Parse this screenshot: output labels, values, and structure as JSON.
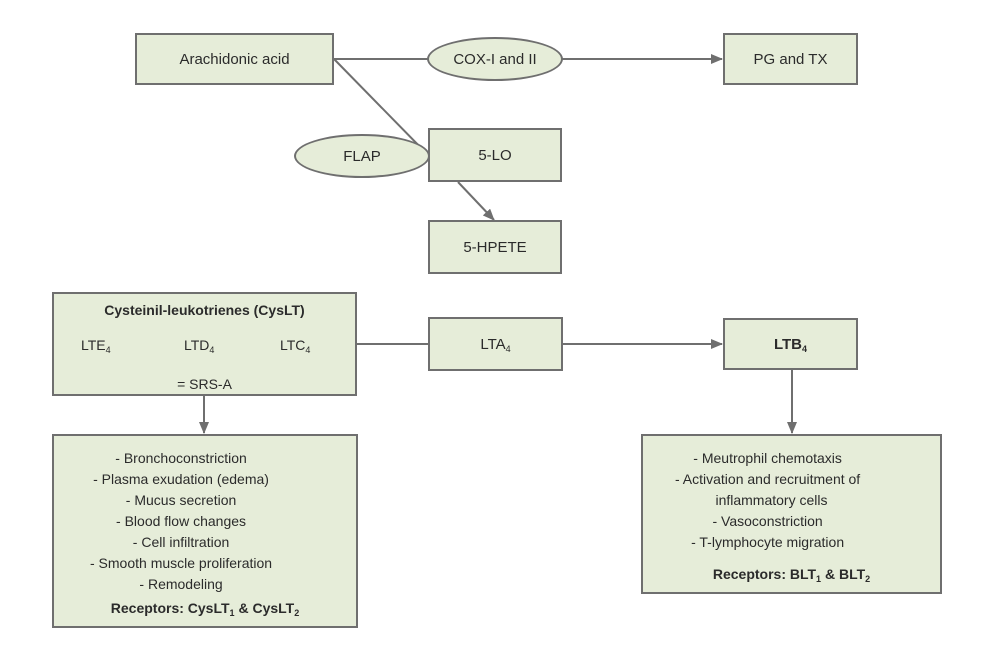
{
  "nodes": {
    "arachidonic_acid": "Arachidonic acid",
    "cox": "COX-I and II",
    "pg_tx": "PG and TX",
    "flap": "FLAP",
    "five_lo": "5-LO",
    "five_hpete": "5-HPETE",
    "lta4": {
      "base": "LTA",
      "sub": "4"
    },
    "ltb4": {
      "base": "LTB",
      "sub": "4"
    }
  },
  "cyslt": {
    "title": "Cysteinil-leukotrienes (CysLT)",
    "lte4": {
      "base": "LTE",
      "sub": "4"
    },
    "ltd4": {
      "base": "LTD",
      "sub": "4"
    },
    "ltc4": {
      "base": "LTC",
      "sub": "4"
    },
    "srs_a": "= SRS-A"
  },
  "cyslt_effects": {
    "items": [
      "- Bronchoconstriction",
      "- Plasma exudation (edema)",
      "- Mucus secretion",
      "- Blood flow changes",
      "- Cell infiltration",
      "- Smooth muscle proliferation",
      "- Remodeling"
    ],
    "receptors": {
      "prefix": "Receptors: CysLT",
      "sub1": "1",
      "mid": " & CysLT",
      "sub2": "2"
    }
  },
  "ltb4_effects": {
    "items": [
      "- Meutrophil chemotaxis",
      "- Activation and recruitment of",
      "  inflammatory cells",
      "- Vasoconstriction",
      "- T-lymphocyte migration"
    ],
    "receptors": {
      "prefix": "Receptors: BLT",
      "sub1": "1",
      "mid": " & BLT",
      "sub2": "2"
    }
  },
  "colors": {
    "box_fill": "#e6edd9",
    "stroke": "#6f6f6f",
    "text": "#2b2b2b"
  }
}
